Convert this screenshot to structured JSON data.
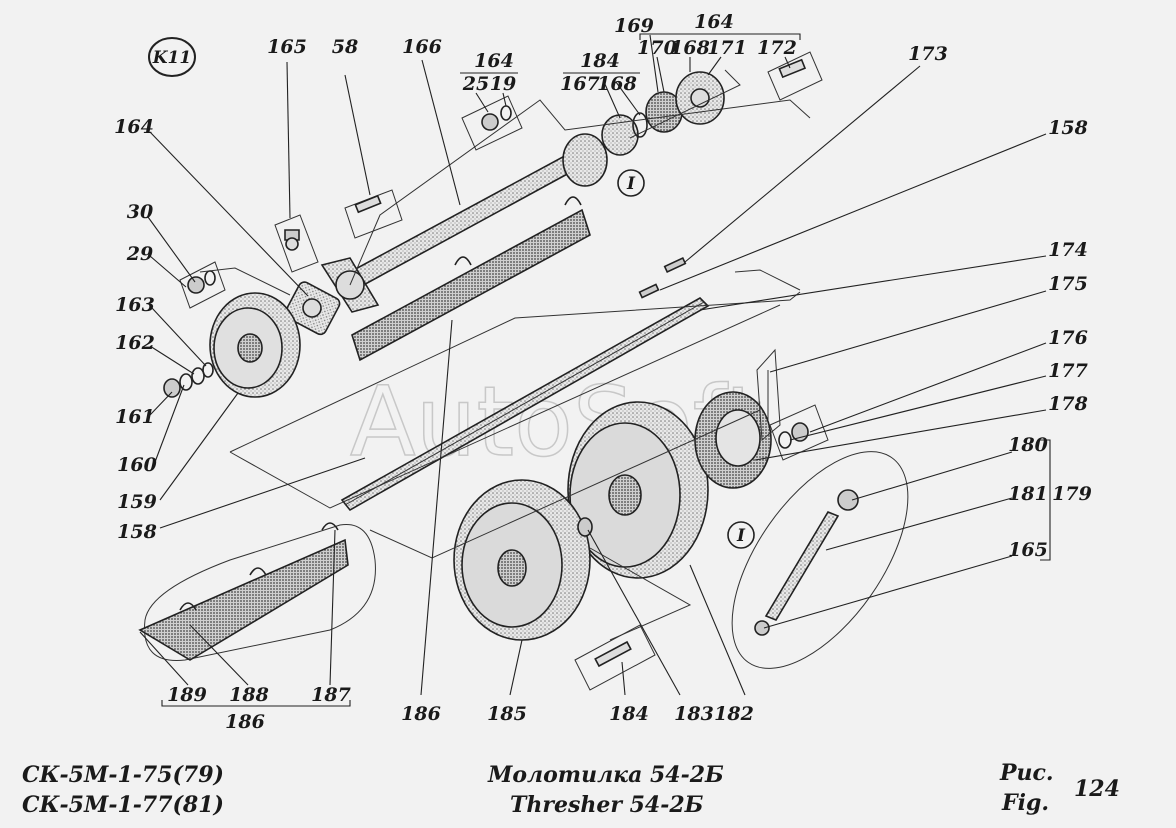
{
  "sheet_badge": "K11",
  "watermark": "AutoSoft",
  "detail_marker": "I",
  "callouts": {
    "c165_top": "165",
    "c58": "58",
    "c166": "166",
    "g164_top": "164",
    "c25": "25",
    "c19": "19",
    "g184_top": "184",
    "c167": "167",
    "c168a": "168",
    "c169": "169",
    "g164_right": "164",
    "c170": "170",
    "c168b": "168",
    "c171": "171",
    "c172": "172",
    "c173": "173",
    "c158_right": "158",
    "c164_left": "164",
    "c30": "30",
    "c29": "29",
    "c163": "163",
    "c162": "162",
    "c161": "161",
    "c160": "160",
    "c159": "159",
    "c158_left": "158",
    "c174": "174",
    "c175": "175",
    "c176": "176",
    "c177": "177",
    "c178": "178",
    "c180": "180",
    "c181": "181",
    "c179": "179",
    "c165_right": "165",
    "c189": "189",
    "c188": "188",
    "c187": "187",
    "c186_group": "186",
    "c186": "186",
    "c185": "185",
    "c184": "184",
    "c183": "183",
    "c182": "182"
  },
  "footer": {
    "model_line_1": "СК-5М-1-75(79)",
    "model_line_2": "СК-5М-1-77(81)",
    "title_ru": "Молотилка  54-2Б",
    "title_en": "Thresher  54-2Б",
    "fig_ru": "Рис.",
    "fig_en": "Fig.",
    "fig_number": "124"
  }
}
